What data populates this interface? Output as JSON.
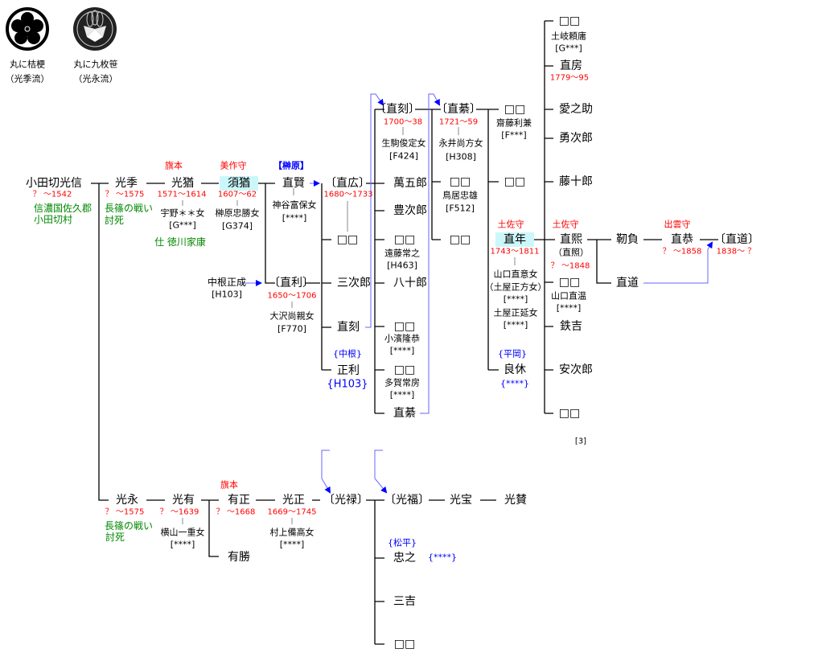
{
  "crests": [
    {
      "label": "丸に桔梗",
      "sub": "（光季流）"
    },
    {
      "label": "丸に九枚笹",
      "sub": "（光永流）"
    }
  ],
  "p": {
    "mitsunobu": {
      "name": "小田切光信",
      "date": "？ ～1542",
      "note1": "信濃国佐久郡",
      "note2": "小田切村"
    },
    "mitsusue": {
      "name": "光季",
      "date": "？ ～1575",
      "note1": "長篠の戦い",
      "note2": "討死"
    },
    "mitsunao": {
      "title": "旗本",
      "name": "光猶",
      "date": "1571～1614",
      "spouse": "宇野＊＊女",
      "code": "[G***]",
      "note": "仕 徳川家康"
    },
    "sunao": {
      "title": "美作守",
      "name": "須猶",
      "date": "1607～62",
      "spouse": "榊原忠勝女",
      "code": "[G374]"
    },
    "naokata": {
      "title": "【榊原】",
      "name": "直賢",
      "spouse": "神谷富保女",
      "code": "[****]"
    },
    "nakane": {
      "name": "中根正成",
      "code": "[H103]"
    },
    "naotoshi": {
      "name": "〔直利〕",
      "date": "1650～1706",
      "spouse": "大沢尚親女",
      "code": "[F770]"
    },
    "naohiro": {
      "name": "〔直広〕",
      "date": "1680～1733"
    },
    "c1": {
      "name": "□□"
    },
    "c2": {
      "name": "三次郎"
    },
    "c3": {
      "name": "直刻"
    },
    "masatoshi": {
      "pre": "{中根}",
      "name": "正利",
      "code": "{H103}"
    },
    "naotoki": {
      "name": "〔直刻〕",
      "date": "1700～38",
      "spouse": "生駒俊定女",
      "code": "[F424]"
    },
    "d1": {
      "name": "萬五郎"
    },
    "d2": {
      "name": "豊次郎"
    },
    "d3": {
      "name": "□□",
      "spouse": "遠藤常之",
      "code": "[H463]"
    },
    "d4": {
      "name": "八十郎"
    },
    "d5": {
      "name": "□□",
      "spouse": "小濱隆恭",
      "code": "[****]"
    },
    "d6": {
      "name": "□□",
      "spouse": "多賀常房",
      "code": "[****]"
    },
    "d7": {
      "name": "直綦"
    },
    "naoki": {
      "name": "〔直綦〕",
      "date": "1721～59",
      "spouse": "永井尚方女",
      "code": "[H308]"
    },
    "e1": {
      "name": "□□",
      "spouse": "鳥居忠雄",
      "code": "[F512]"
    },
    "e2": {
      "name": "□□"
    },
    "f1": {
      "name": "□□",
      "spouse": "齋藤利兼",
      "code": "[F***]"
    },
    "f2": {
      "name": "□□"
    },
    "naotoshi2": {
      "title": "土佐守",
      "name": "直年",
      "date": "1743～1811",
      "spouse1": "山口直意女",
      "spouse1b": "（土屋正方女）",
      "code1": "[****]",
      "spouse2": "土屋正延女",
      "code2": "[****]"
    },
    "ryokyu": {
      "pre": "{平岡}",
      "name": "良休",
      "code": "{****}"
    },
    "g1": {
      "name": "□□",
      "spouse": "土岐頼庸",
      "code": "[G***]"
    },
    "g2": {
      "name": "直房",
      "date": "1779～95"
    },
    "g3": {
      "name": "愛之助"
    },
    "g4": {
      "name": "勇次郎"
    },
    "g5": {
      "name": "藤十郎"
    },
    "naohiro2": {
      "title": "土佐守",
      "name": "直熙",
      "alt": "（直照）",
      "date": "？ ～1848"
    },
    "g7": {
      "name": "□□",
      "spouse": "山口直温",
      "code": "[****]"
    },
    "g8": {
      "name": "鉄吉"
    },
    "g9": {
      "name": "安次郎"
    },
    "g10": {
      "name": "□□"
    },
    "yukie": {
      "name": "靭負"
    },
    "naomichi": {
      "name": "直道"
    },
    "naoyasu": {
      "title": "出雲守",
      "name": "直恭",
      "date": "？ ～1858"
    },
    "naomichi2": {
      "name": "〔直道〕",
      "date": "1838～ ？"
    },
    "ref": "[3]",
    "mitsunaga": {
      "name": "光永",
      "date": "？ ～1575",
      "note1": "長篠の戦い",
      "note2": "討死"
    },
    "mitsuari": {
      "name": "光有",
      "date": "？ ～1639",
      "spouse": "横山一重女",
      "code": "[****]"
    },
    "arimasa": {
      "title": "旗本",
      "name": "有正",
      "date": "？ ～1668"
    },
    "arikatsu": {
      "name": "有勝"
    },
    "mitsumasa": {
      "name": "光正",
      "date": "1669～1745",
      "spouse": "村上備高女",
      "code": "[****]"
    },
    "mitsuyoshi": {
      "name": "〔光禄〕"
    },
    "mitsutomi": {
      "name": "〔光福〕"
    },
    "mitsutaka": {
      "name": "光宝"
    },
    "mitsusuke": {
      "name": "光賛"
    },
    "tadayuki": {
      "pre": "{松平}",
      "name": "忠之",
      "code": "{****}"
    },
    "sankichi": {
      "name": "三吉"
    },
    "h3": {
      "name": "□□"
    }
  }
}
